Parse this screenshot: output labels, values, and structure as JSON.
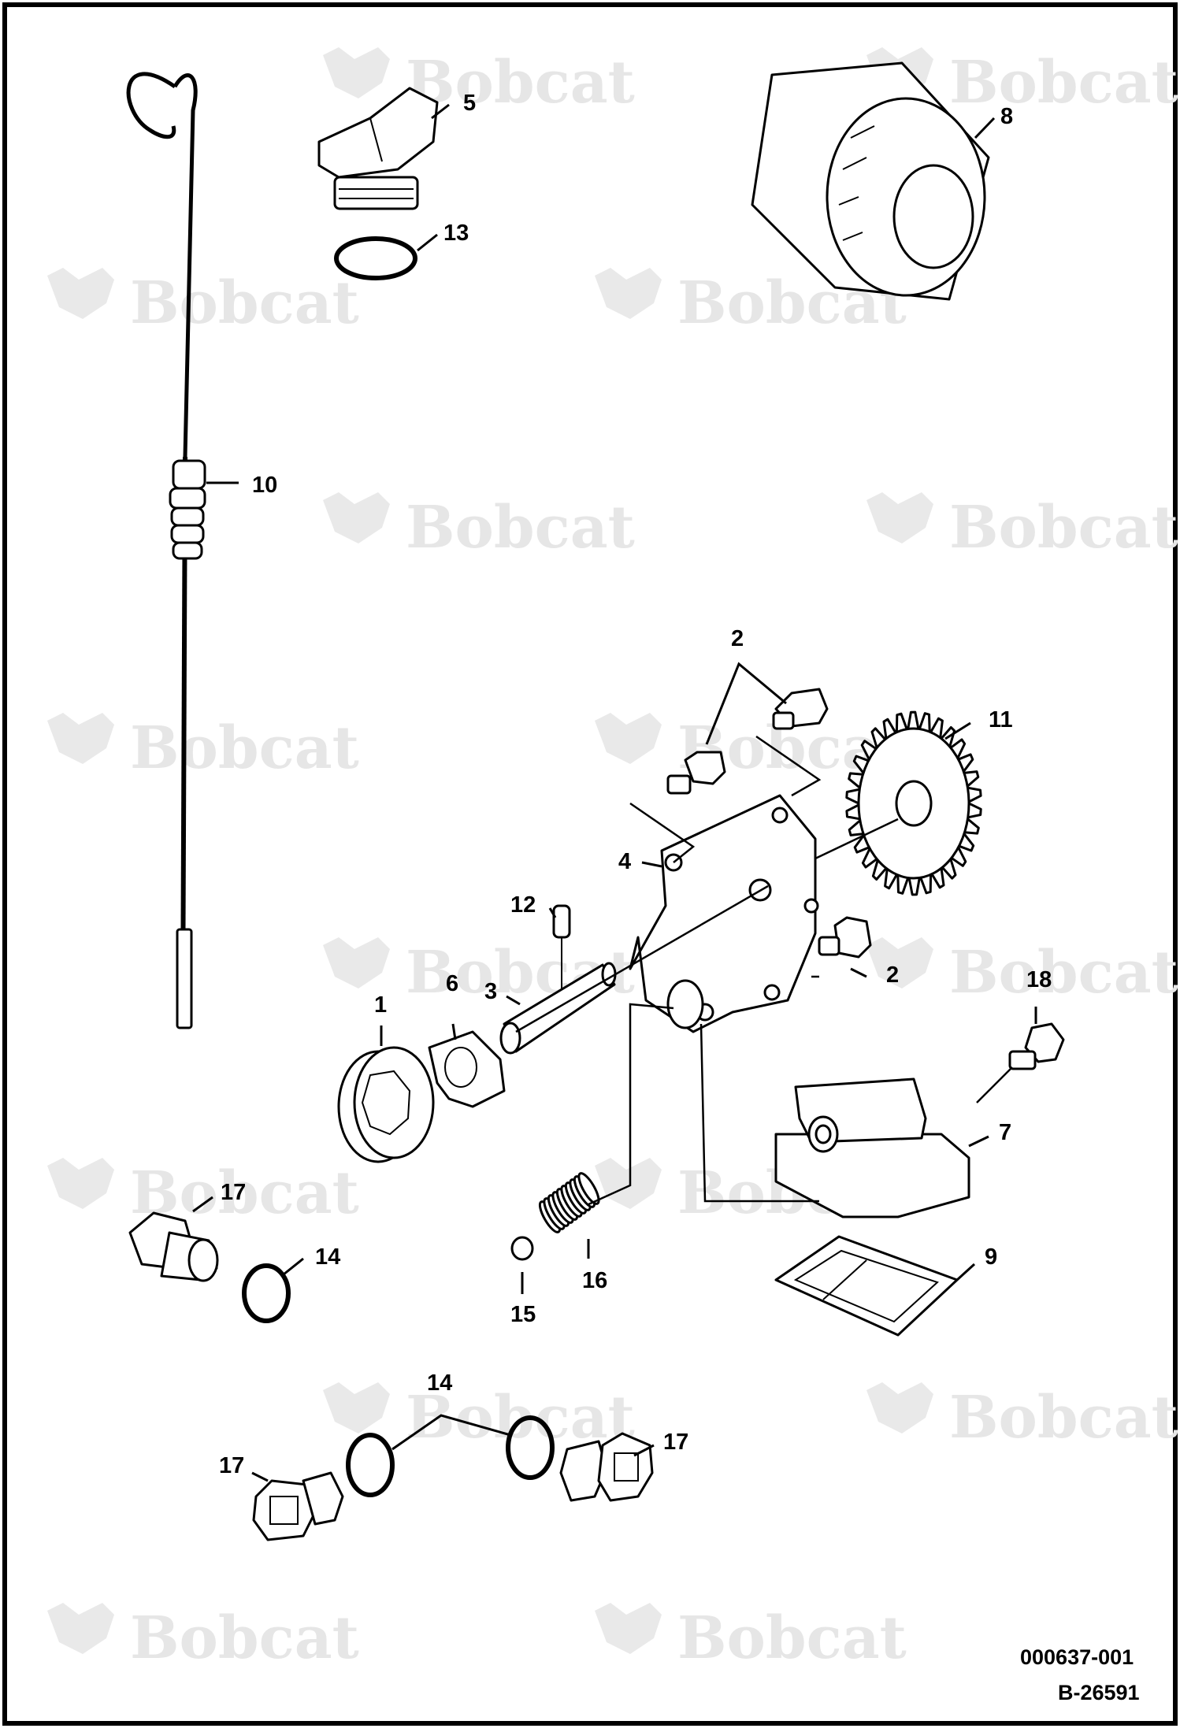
{
  "watermark": {
    "text": "Bobcat"
  },
  "colors": {
    "ink": "#000000",
    "paper": "#ffffff",
    "watermark": "#e6e6e6"
  },
  "callouts": [
    {
      "id": "c5",
      "label": "5"
    },
    {
      "id": "c13",
      "label": "13"
    },
    {
      "id": "c8",
      "label": "8"
    },
    {
      "id": "c10",
      "label": "10"
    },
    {
      "id": "c2a",
      "label": "2"
    },
    {
      "id": "c11",
      "label": "11"
    },
    {
      "id": "c4",
      "label": "4"
    },
    {
      "id": "c12",
      "label": "12"
    },
    {
      "id": "c2b",
      "label": "2"
    },
    {
      "id": "c18",
      "label": "18"
    },
    {
      "id": "c6",
      "label": "6"
    },
    {
      "id": "c3",
      "label": "3"
    },
    {
      "id": "c1",
      "label": "1"
    },
    {
      "id": "c7",
      "label": "7"
    },
    {
      "id": "c17a",
      "label": "17"
    },
    {
      "id": "c14a",
      "label": "14"
    },
    {
      "id": "c9",
      "label": "9"
    },
    {
      "id": "c16",
      "label": "16"
    },
    {
      "id": "c15",
      "label": "15"
    },
    {
      "id": "c14b",
      "label": "14"
    },
    {
      "id": "c17b",
      "label": "17"
    },
    {
      "id": "c17c",
      "label": "17"
    }
  ],
  "figure_codes": {
    "primary": "000637-001",
    "secondary": "B-26591"
  }
}
